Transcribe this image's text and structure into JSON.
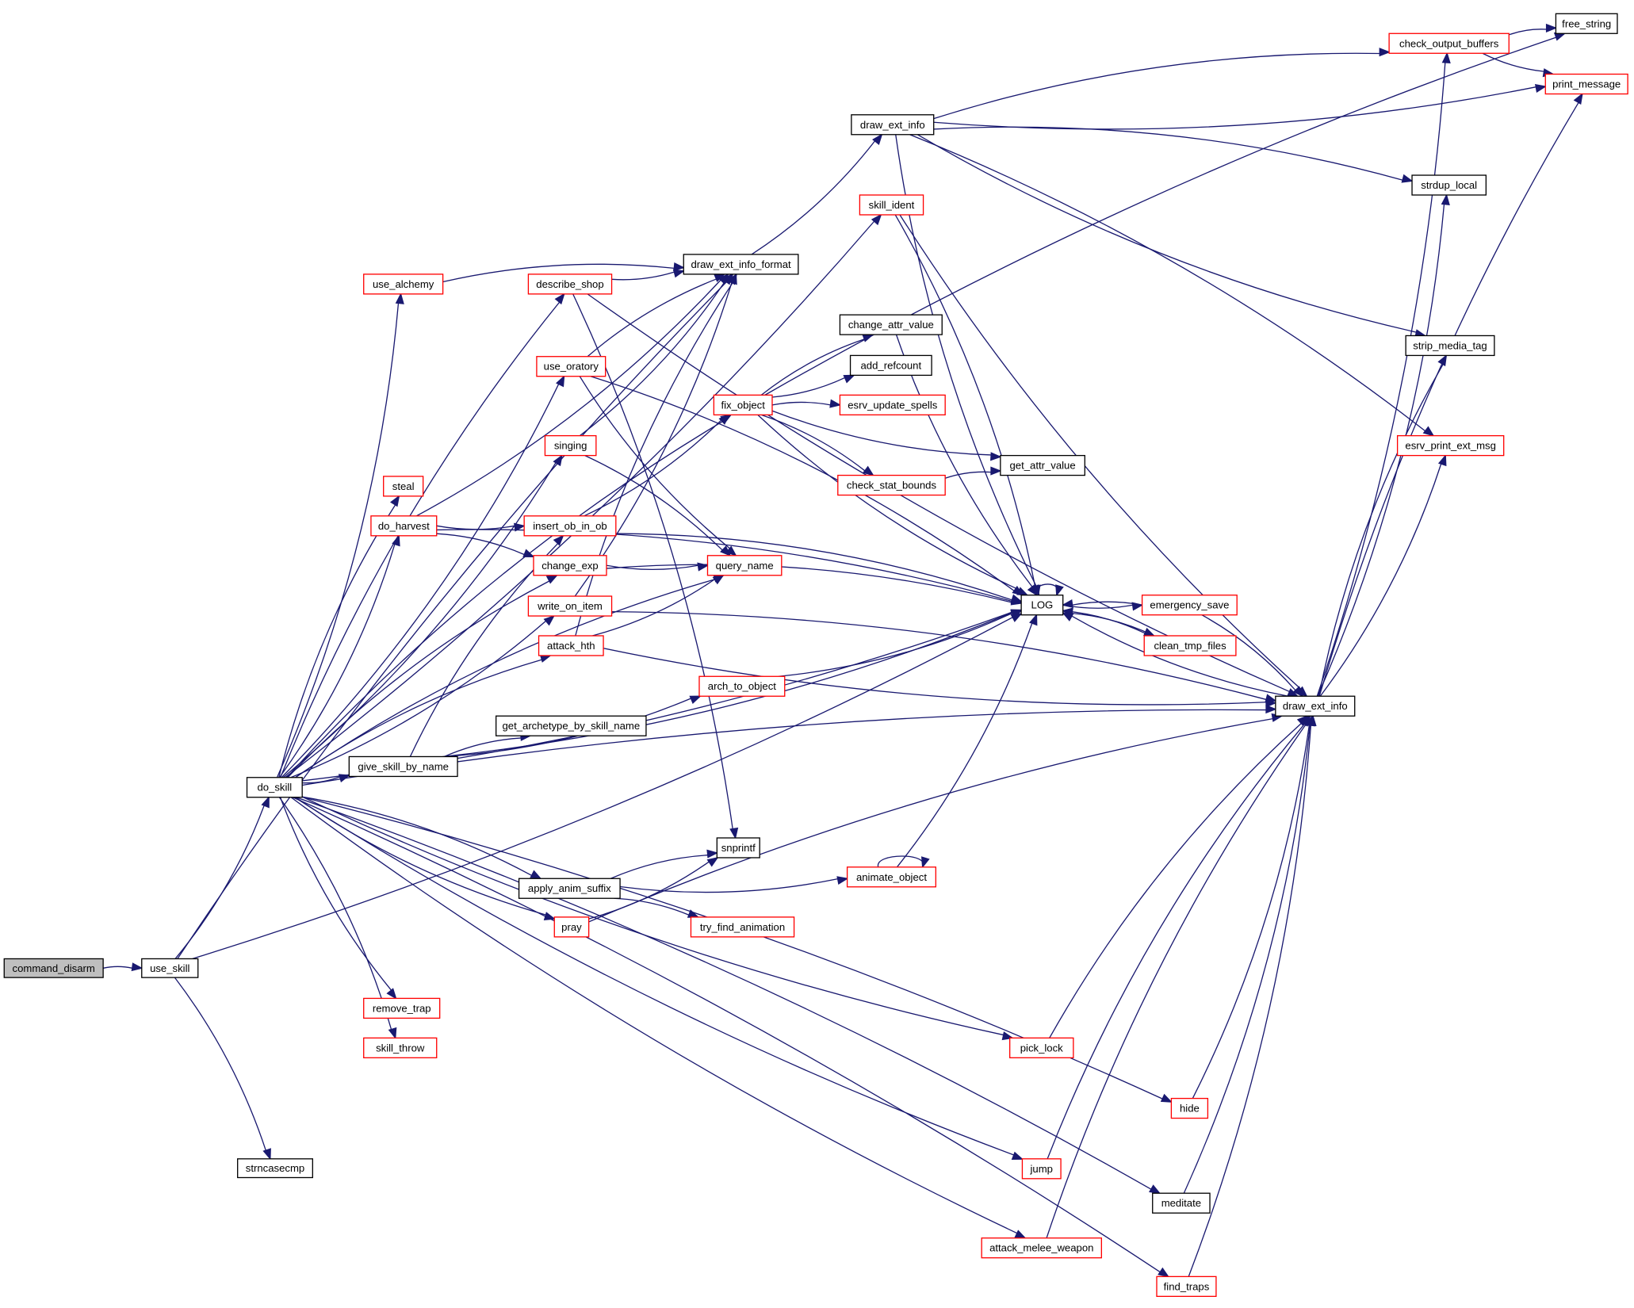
{
  "diagram": {
    "type": "call-graph",
    "root": "command_disarm",
    "colors": {
      "edge": "#191970",
      "documented_border": "#000000",
      "undocumented_border": "#ff0000",
      "root_fill": "#bfbfbf"
    },
    "nodes": [
      {
        "id": "command_disarm",
        "label": "command_disarm",
        "style": "root"
      },
      {
        "id": "use_skill",
        "label": "use_skill",
        "style": "black"
      },
      {
        "id": "strncasecmp",
        "label": "strncasecmp",
        "style": "black"
      },
      {
        "id": "do_skill",
        "label": "do_skill",
        "style": "black"
      },
      {
        "id": "use_alchemy",
        "label": "use_alchemy",
        "style": "red"
      },
      {
        "id": "steal",
        "label": "steal",
        "style": "red"
      },
      {
        "id": "do_harvest",
        "label": "do_harvest",
        "style": "red"
      },
      {
        "id": "remove_trap",
        "label": "remove_trap",
        "style": "red"
      },
      {
        "id": "skill_throw",
        "label": "skill_throw",
        "style": "red"
      },
      {
        "id": "give_skill_by_name",
        "label": "give_skill_by_name",
        "style": "black"
      },
      {
        "id": "get_archetype_by_skill_name",
        "label": "get_archetype_by_skill_name",
        "style": "black"
      },
      {
        "id": "describe_shop",
        "label": "describe_shop",
        "style": "red"
      },
      {
        "id": "use_oratory",
        "label": "use_oratory",
        "style": "red"
      },
      {
        "id": "singing",
        "label": "singing",
        "style": "red"
      },
      {
        "id": "insert_ob_in_ob",
        "label": "insert_ob_in_ob",
        "style": "red"
      },
      {
        "id": "change_exp",
        "label": "change_exp",
        "style": "red"
      },
      {
        "id": "write_on_item",
        "label": "write_on_item",
        "style": "red"
      },
      {
        "id": "attack_hth",
        "label": "attack_hth",
        "style": "red"
      },
      {
        "id": "apply_anim_suffix",
        "label": "apply_anim_suffix",
        "style": "black"
      },
      {
        "id": "pray",
        "label": "pray",
        "style": "red"
      },
      {
        "id": "draw_ext_info_format",
        "label": "draw_ext_info_format",
        "style": "black"
      },
      {
        "id": "query_name",
        "label": "query_name",
        "style": "red"
      },
      {
        "id": "fix_object",
        "label": "fix_object",
        "style": "red"
      },
      {
        "id": "arch_to_object",
        "label": "arch_to_object",
        "style": "red"
      },
      {
        "id": "snprintf",
        "label": "snprintf",
        "style": "black"
      },
      {
        "id": "try_find_animation",
        "label": "try_find_animation",
        "style": "red"
      },
      {
        "id": "draw_ext_info_top",
        "label": "draw_ext_info",
        "style": "black"
      },
      {
        "id": "skill_ident",
        "label": "skill_ident",
        "style": "red"
      },
      {
        "id": "change_attr_value",
        "label": "change_attr_value",
        "style": "black"
      },
      {
        "id": "add_refcount",
        "label": "add_refcount",
        "style": "black"
      },
      {
        "id": "esrv_update_spells",
        "label": "esrv_update_spells",
        "style": "red"
      },
      {
        "id": "check_stat_bounds",
        "label": "check_stat_bounds",
        "style": "red"
      },
      {
        "id": "get_attr_value",
        "label": "get_attr_value",
        "style": "black"
      },
      {
        "id": "animate_object",
        "label": "animate_object",
        "style": "red"
      },
      {
        "id": "LOG",
        "label": "LOG",
        "style": "black"
      },
      {
        "id": "emergency_save",
        "label": "emergency_save",
        "style": "red"
      },
      {
        "id": "clean_tmp_files",
        "label": "clean_tmp_files",
        "style": "red"
      },
      {
        "id": "pick_lock",
        "label": "pick_lock",
        "style": "red"
      },
      {
        "id": "hide",
        "label": "hide",
        "style": "red"
      },
      {
        "id": "jump",
        "label": "jump",
        "style": "red"
      },
      {
        "id": "meditate",
        "label": "meditate",
        "style": "black"
      },
      {
        "id": "attack_melee_weapon",
        "label": "attack_melee_weapon",
        "style": "red"
      },
      {
        "id": "find_traps",
        "label": "find_traps",
        "style": "red"
      },
      {
        "id": "draw_ext_info",
        "label": "draw_ext_info",
        "style": "black"
      },
      {
        "id": "check_output_buffers",
        "label": "check_output_buffers",
        "style": "red"
      },
      {
        "id": "free_string",
        "label": "free_string",
        "style": "black"
      },
      {
        "id": "print_message",
        "label": "print_message",
        "style": "red"
      },
      {
        "id": "strdup_local",
        "label": "strdup_local",
        "style": "black"
      },
      {
        "id": "strip_media_tag",
        "label": "strip_media_tag",
        "style": "black"
      },
      {
        "id": "esrv_print_ext_msg",
        "label": "esrv_print_ext_msg",
        "style": "red"
      }
    ],
    "edges": [
      [
        "command_disarm",
        "use_skill"
      ],
      [
        "use_skill",
        "do_skill"
      ],
      [
        "use_skill",
        "strncasecmp"
      ],
      [
        "use_skill",
        "LOG"
      ],
      [
        "use_skill",
        "draw_ext_info_format"
      ],
      [
        "do_skill",
        "use_alchemy"
      ],
      [
        "do_skill",
        "describe_shop"
      ],
      [
        "do_skill",
        "use_oratory"
      ],
      [
        "do_skill",
        "fix_object"
      ],
      [
        "do_skill",
        "singing"
      ],
      [
        "do_skill",
        "steal"
      ],
      [
        "do_skill",
        "do_harvest"
      ],
      [
        "do_skill",
        "change_exp"
      ],
      [
        "do_skill",
        "write_on_item"
      ],
      [
        "do_skill",
        "attack_hth"
      ],
      [
        "do_skill",
        "give_skill_by_name"
      ],
      [
        "do_skill",
        "query_name"
      ],
      [
        "do_skill",
        "LOG"
      ],
      [
        "do_skill",
        "apply_anim_suffix"
      ],
      [
        "do_skill",
        "pray"
      ],
      [
        "do_skill",
        "draw_ext_info"
      ],
      [
        "do_skill",
        "remove_trap"
      ],
      [
        "do_skill",
        "skill_throw"
      ],
      [
        "do_skill",
        "pick_lock"
      ],
      [
        "do_skill",
        "hide"
      ],
      [
        "do_skill",
        "jump"
      ],
      [
        "do_skill",
        "meditate"
      ],
      [
        "do_skill",
        "attack_melee_weapon"
      ],
      [
        "do_skill",
        "find_traps"
      ],
      [
        "do_skill",
        "skill_ident"
      ],
      [
        "use_alchemy",
        "draw_ext_info_format"
      ],
      [
        "describe_shop",
        "draw_ext_info_format"
      ],
      [
        "describe_shop",
        "snprintf"
      ],
      [
        "describe_shop",
        "draw_ext_info"
      ],
      [
        "use_oratory",
        "draw_ext_info_format"
      ],
      [
        "use_oratory",
        "query_name"
      ],
      [
        "use_oratory",
        "LOG"
      ],
      [
        "singing",
        "draw_ext_info_format"
      ],
      [
        "singing",
        "query_name"
      ],
      [
        "do_harvest",
        "insert_ob_in_ob"
      ],
      [
        "do_harvest",
        "change_exp"
      ],
      [
        "do_harvest",
        "draw_ext_info_format"
      ],
      [
        "do_harvest",
        "LOG"
      ],
      [
        "insert_ob_in_ob",
        "fix_object"
      ],
      [
        "insert_ob_in_ob",
        "LOG"
      ],
      [
        "change_exp",
        "query_name"
      ],
      [
        "change_exp",
        "LOG"
      ],
      [
        "write_on_item",
        "draw_ext_info_format"
      ],
      [
        "write_on_item",
        "draw_ext_info"
      ],
      [
        "attack_hth",
        "query_name"
      ],
      [
        "attack_hth",
        "draw_ext_info_format"
      ],
      [
        "attack_hth",
        "draw_ext_info"
      ],
      [
        "give_skill_by_name",
        "get_archetype_by_skill_name"
      ],
      [
        "give_skill_by_name",
        "arch_to_object"
      ],
      [
        "give_skill_by_name",
        "insert_ob_in_ob"
      ],
      [
        "give_skill_by_name",
        "LOG"
      ],
      [
        "apply_anim_suffix",
        "snprintf"
      ],
      [
        "apply_anim_suffix",
        "animate_object"
      ],
      [
        "apply_anim_suffix",
        "try_find_animation"
      ],
      [
        "pray",
        "snprintf"
      ],
      [
        "pray",
        "draw_ext_info"
      ],
      [
        "draw_ext_info_format",
        "draw_ext_info_top"
      ],
      [
        "skill_ident",
        "LOG"
      ],
      [
        "skill_ident",
        "draw_ext_info"
      ],
      [
        "fix_object",
        "change_attr_value"
      ],
      [
        "fix_object",
        "add_refcount"
      ],
      [
        "fix_object",
        "esrv_update_spells"
      ],
      [
        "fix_object",
        "get_attr_value"
      ],
      [
        "fix_object",
        "check_stat_bounds"
      ],
      [
        "fix_object",
        "LOG"
      ],
      [
        "fix_object",
        "free_string"
      ],
      [
        "change_attr_value",
        "LOG"
      ],
      [
        "check_stat_bounds",
        "get_attr_value"
      ],
      [
        "arch_to_object",
        "LOG"
      ],
      [
        "animate_object",
        "animate_object"
      ],
      [
        "animate_object",
        "LOG"
      ],
      [
        "LOG",
        "LOG"
      ],
      [
        "LOG",
        "emergency_save"
      ],
      [
        "LOG",
        "clean_tmp_files"
      ],
      [
        "emergency_save",
        "LOG"
      ],
      [
        "emergency_save",
        "draw_ext_info"
      ],
      [
        "clean_tmp_files",
        "LOG"
      ],
      [
        "draw_ext_info_top",
        "check_output_buffers"
      ],
      [
        "draw_ext_info_top",
        "print_message"
      ],
      [
        "draw_ext_info_top",
        "strdup_local"
      ],
      [
        "draw_ext_info_top",
        "strip_media_tag"
      ],
      [
        "draw_ext_info_top",
        "esrv_print_ext_msg"
      ],
      [
        "draw_ext_info_top",
        "LOG"
      ],
      [
        "check_output_buffers",
        "free_string"
      ],
      [
        "check_output_buffers",
        "print_message"
      ],
      [
        "draw_ext_info",
        "LOG"
      ],
      [
        "draw_ext_info",
        "check_output_buffers"
      ],
      [
        "draw_ext_info",
        "print_message"
      ],
      [
        "draw_ext_info",
        "strdup_local"
      ],
      [
        "draw_ext_info",
        "strip_media_tag"
      ],
      [
        "draw_ext_info",
        "esrv_print_ext_msg"
      ],
      [
        "pick_lock",
        "draw_ext_info"
      ],
      [
        "hide",
        "draw_ext_info"
      ],
      [
        "jump",
        "draw_ext_info"
      ],
      [
        "meditate",
        "draw_ext_info"
      ],
      [
        "attack_melee_weapon",
        "draw_ext_info"
      ],
      [
        "find_traps",
        "draw_ext_info"
      ]
    ]
  }
}
